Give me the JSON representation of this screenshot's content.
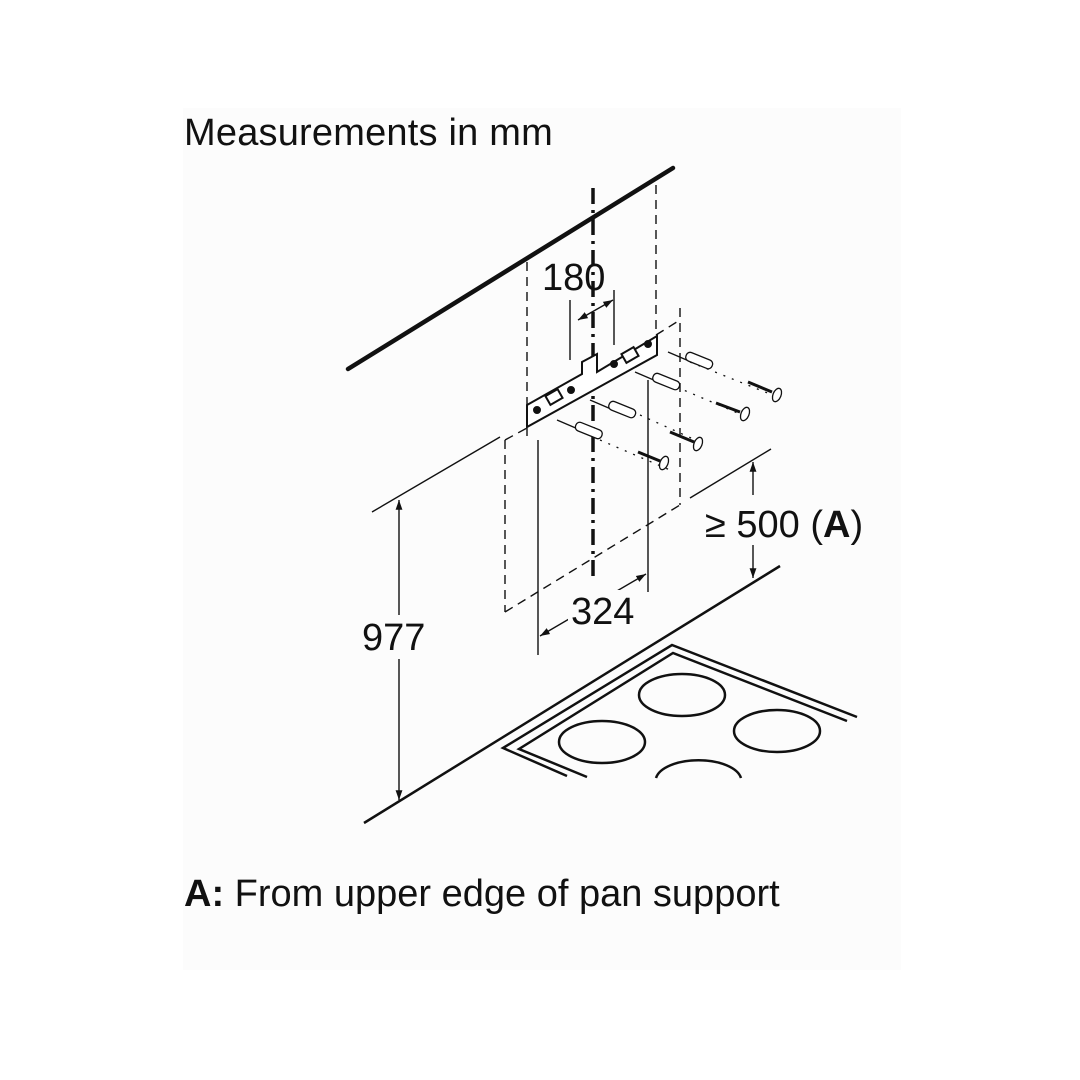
{
  "title": "Measurements in mm",
  "dimensions": {
    "bracket_width": "180",
    "hole_spacing": "324",
    "mounting_height": "977",
    "min_clearance_prefix": "≥ 500 (",
    "min_clearance_ref": "A",
    "min_clearance_suffix": ")"
  },
  "footnote": {
    "key": "A:",
    "text": " From upper edge of pan support"
  },
  "parts": {
    "wall_line": "ceiling-wall edge",
    "bracket": "wall mounting bracket",
    "wall_plugs": 4,
    "screws": 4,
    "hob_burners": 4
  },
  "colors": {
    "ink": "#111111",
    "background": "#ffffff",
    "panel": "#fcfcfc"
  }
}
